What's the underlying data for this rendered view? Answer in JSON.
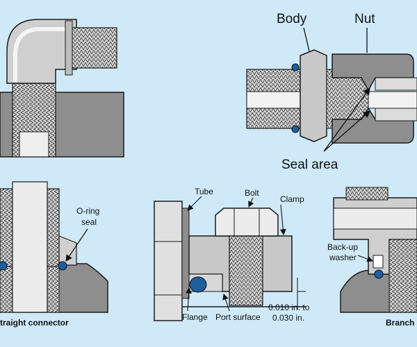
{
  "colors": {
    "background": "#cfe9f9",
    "metal_light": "#e2e2e2",
    "metal_mid": "#c4c4c4",
    "metal_dark": "#8e8e8e",
    "seal": "#1f5f9e",
    "outline": "#1a1a1a"
  },
  "top_right": {
    "body_label": "Body",
    "nut_label": "Nut",
    "seal_area_label": "Seal area"
  },
  "bottom_left": {
    "oring_label_line1": "O-ring",
    "oring_label_line2": "seal",
    "caption": "traight connector"
  },
  "bottom_center": {
    "tube_label": "Tube",
    "bolt_label": "Bolt",
    "clamp_label": "Clamp",
    "flange_label": "Flange",
    "port_surface_label": "Port surface",
    "gap_line1": "0.010 in. to",
    "gap_line2": "0.030 in."
  },
  "bottom_right": {
    "backup_line1": "Back-up",
    "backup_line2": "washer",
    "caption": "Branch"
  }
}
